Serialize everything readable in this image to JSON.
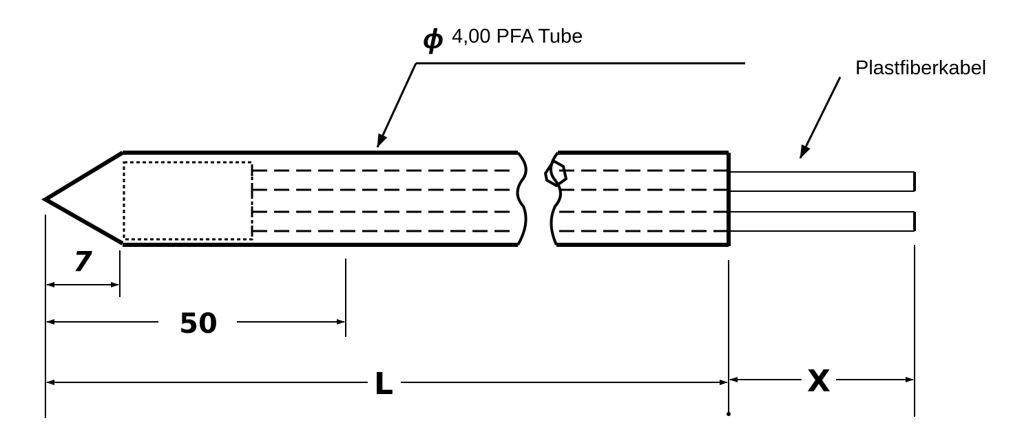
{
  "labels": {
    "tube_symbol": "ϕ",
    "tube_text": "4,00 PFA Tube",
    "cable": "Plastfiberkabel"
  },
  "dimensions": {
    "tip_length": "7",
    "sensor_length": "50",
    "probe_length": "L",
    "cable_length": "X"
  }
}
